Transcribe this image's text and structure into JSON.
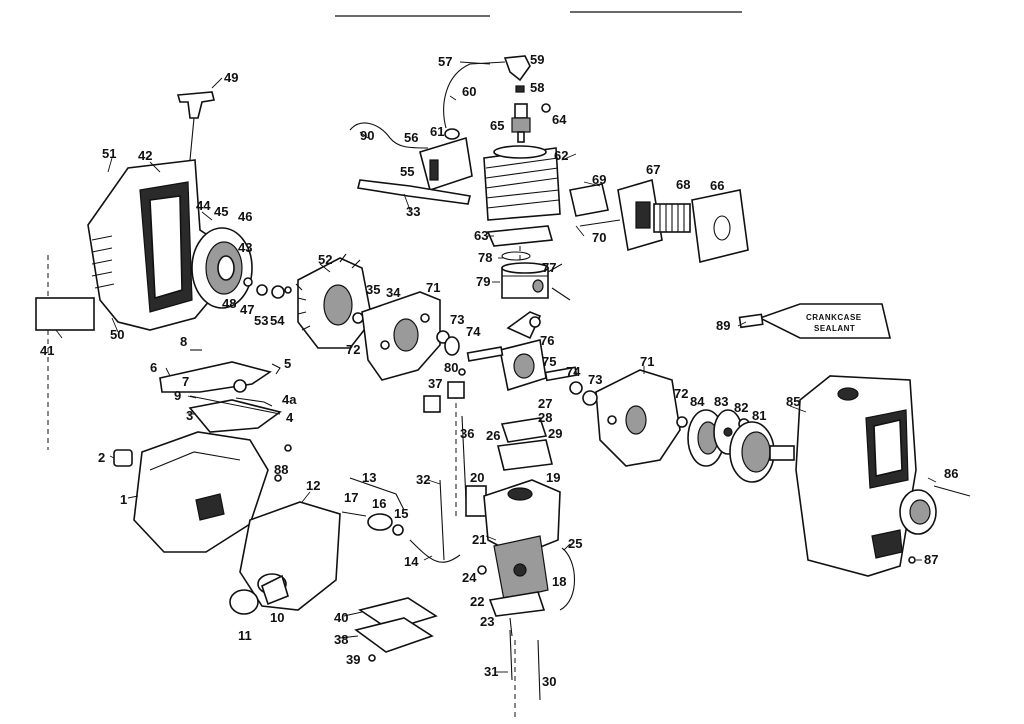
{
  "diagram": {
    "callouts": [
      {
        "id": "49",
        "label": "49"
      },
      {
        "id": "42",
        "label": "42"
      },
      {
        "id": "51",
        "label": "51"
      },
      {
        "id": "44",
        "label": "44"
      },
      {
        "id": "45",
        "label": "45"
      },
      {
        "id": "46",
        "label": "46"
      },
      {
        "id": "43",
        "label": "43"
      },
      {
        "id": "48",
        "label": "48"
      },
      {
        "id": "47",
        "label": "47"
      },
      {
        "id": "53",
        "label": "53"
      },
      {
        "id": "54",
        "label": "54"
      },
      {
        "id": "50",
        "label": "50"
      },
      {
        "id": "41",
        "label": "41"
      },
      {
        "id": "52",
        "label": "52"
      },
      {
        "id": "35",
        "label": "35"
      },
      {
        "id": "34",
        "label": "34"
      },
      {
        "id": "72a",
        "label": "72"
      },
      {
        "id": "71a",
        "label": "71"
      },
      {
        "id": "73a",
        "label": "73"
      },
      {
        "id": "74a",
        "label": "74"
      },
      {
        "id": "57",
        "label": "57"
      },
      {
        "id": "59",
        "label": "59"
      },
      {
        "id": "58",
        "label": "58"
      },
      {
        "id": "60",
        "label": "60"
      },
      {
        "id": "64",
        "label": "64"
      },
      {
        "id": "65",
        "label": "65"
      },
      {
        "id": "90",
        "label": "90"
      },
      {
        "id": "56",
        "label": "56"
      },
      {
        "id": "61",
        "label": "61"
      },
      {
        "id": "62",
        "label": "62"
      },
      {
        "id": "55",
        "label": "55"
      },
      {
        "id": "33",
        "label": "33"
      },
      {
        "id": "69",
        "label": "69"
      },
      {
        "id": "67",
        "label": "67"
      },
      {
        "id": "68",
        "label": "68"
      },
      {
        "id": "66",
        "label": "66"
      },
      {
        "id": "63",
        "label": "63"
      },
      {
        "id": "70",
        "label": "70"
      },
      {
        "id": "78",
        "label": "78"
      },
      {
        "id": "77",
        "label": "77"
      },
      {
        "id": "79",
        "label": "79"
      },
      {
        "id": "76",
        "label": "76"
      },
      {
        "id": "75",
        "label": "75"
      },
      {
        "id": "80",
        "label": "80"
      },
      {
        "id": "89",
        "label": "89"
      },
      {
        "id": "8",
        "label": "8"
      },
      {
        "id": "6",
        "label": "6"
      },
      {
        "id": "7",
        "label": "7"
      },
      {
        "id": "5",
        "label": "5"
      },
      {
        "id": "9",
        "label": "9"
      },
      {
        "id": "4a",
        "label": "4a"
      },
      {
        "id": "3",
        "label": "3"
      },
      {
        "id": "4",
        "label": "4"
      },
      {
        "id": "2",
        "label": "2"
      },
      {
        "id": "88",
        "label": "88"
      },
      {
        "id": "1",
        "label": "1"
      },
      {
        "id": "12",
        "label": "12"
      },
      {
        "id": "11",
        "label": "11"
      },
      {
        "id": "10",
        "label": "10"
      },
      {
        "id": "37",
        "label": "37"
      },
      {
        "id": "27",
        "label": "27"
      },
      {
        "id": "28",
        "label": "28"
      },
      {
        "id": "26",
        "label": "26"
      },
      {
        "id": "29",
        "label": "29"
      },
      {
        "id": "36",
        "label": "36"
      },
      {
        "id": "13",
        "label": "13"
      },
      {
        "id": "17",
        "label": "17"
      },
      {
        "id": "16",
        "label": "16"
      },
      {
        "id": "15",
        "label": "15"
      },
      {
        "id": "32",
        "label": "32"
      },
      {
        "id": "14",
        "label": "14"
      },
      {
        "id": "20",
        "label": "20"
      },
      {
        "id": "19",
        "label": "19"
      },
      {
        "id": "21",
        "label": "21"
      },
      {
        "id": "25",
        "label": "25"
      },
      {
        "id": "24",
        "label": "24"
      },
      {
        "id": "18",
        "label": "18"
      },
      {
        "id": "22",
        "label": "22"
      },
      {
        "id": "23",
        "label": "23"
      },
      {
        "id": "40",
        "label": "40"
      },
      {
        "id": "38",
        "label": "38"
      },
      {
        "id": "39",
        "label": "39"
      },
      {
        "id": "31",
        "label": "31"
      },
      {
        "id": "30",
        "label": "30"
      },
      {
        "id": "71b",
        "label": "71"
      },
      {
        "id": "74b",
        "label": "74"
      },
      {
        "id": "73b",
        "label": "73"
      },
      {
        "id": "72b",
        "label": "72"
      },
      {
        "id": "84",
        "label": "84"
      },
      {
        "id": "83",
        "label": "83"
      },
      {
        "id": "82",
        "label": "82"
      },
      {
        "id": "81",
        "label": "81"
      },
      {
        "id": "85",
        "label": "85"
      },
      {
        "id": "86",
        "label": "86"
      },
      {
        "id": "87",
        "label": "87"
      }
    ],
    "sealant_tube_text": [
      "CRANKCASE",
      "SEALANT"
    ]
  }
}
